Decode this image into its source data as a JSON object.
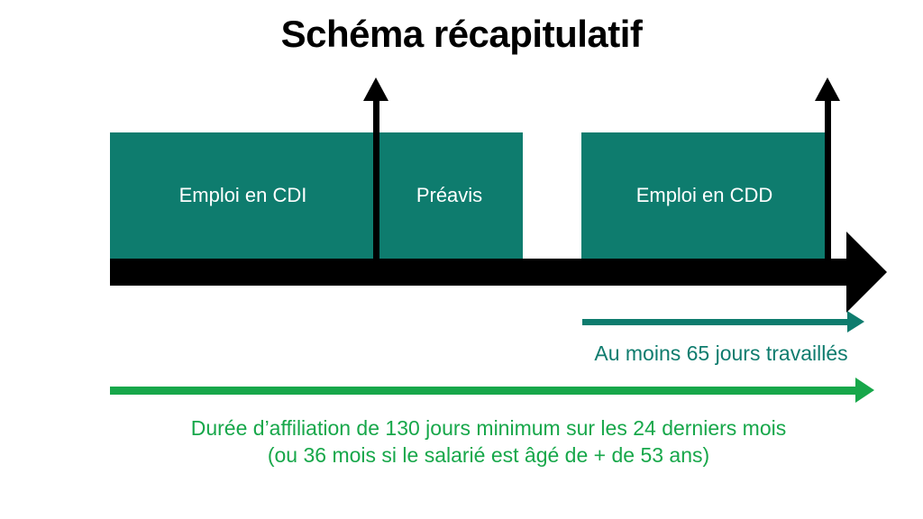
{
  "title": "Schéma récapitulatif",
  "colors": {
    "teal": "#0e7c6e",
    "green": "#17a74a",
    "black": "#000000",
    "box_text": "#ffffff",
    "background": "#ffffff"
  },
  "timeline": {
    "name": "horizontal-time-axis",
    "direction": "left-to-right",
    "arrowhead": "right"
  },
  "periods": [
    {
      "id": "cdi",
      "label": "Emploi en CDI",
      "color": "#0e7c6e"
    },
    {
      "id": "preavis",
      "label": "Préavis",
      "color": "#0e7c6e"
    },
    {
      "id": "cdd",
      "label": "Emploi en CDD",
      "color": "#0e7c6e"
    }
  ],
  "markers": [
    {
      "id": "end-of-contract-preavis",
      "shape": "up-arrow",
      "color": "#000000"
    },
    {
      "id": "end-of-contract-cdd",
      "shape": "up-arrow",
      "color": "#000000"
    }
  ],
  "measures": [
    {
      "id": "jours-travailles",
      "label": "Au moins 65 jours travaillés",
      "color": "#0e7c6e",
      "value": 65,
      "unit": "jours travaillés"
    },
    {
      "id": "duree-affiliation",
      "label_line1": "Durée d’affiliation de 130 jours minimum sur les 24 derniers mois",
      "label_line2": "(ou 36 mois si le salarié est âgé de + de 53 ans)",
      "color": "#17a74a",
      "days_minimum": 130,
      "months_window": 24,
      "months_window_senior": 36,
      "senior_age": 53
    }
  ]
}
